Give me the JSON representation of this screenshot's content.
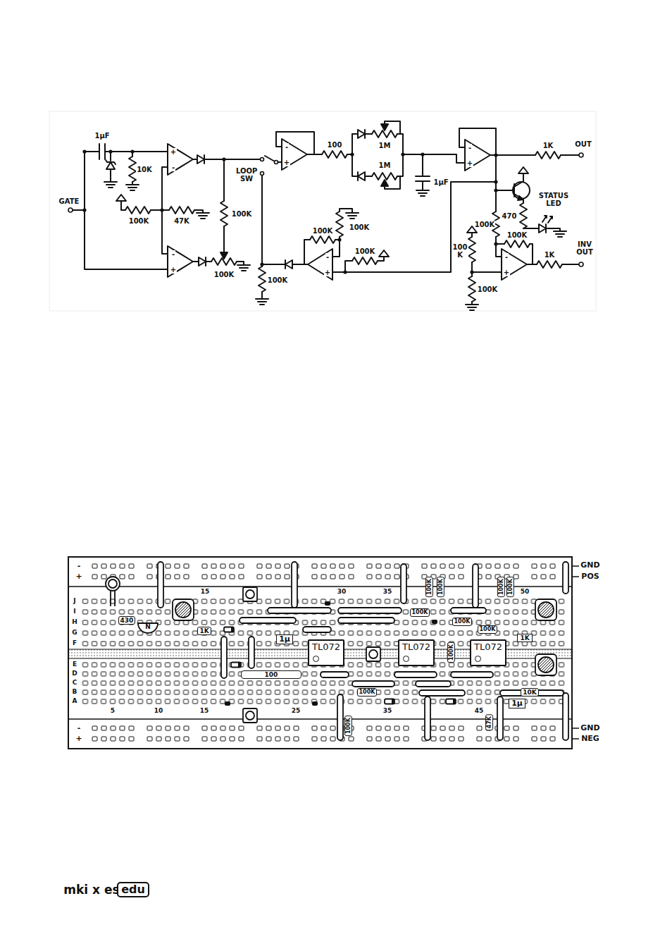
{
  "diagram": {
    "nodes": [
      {
        "text": [
          "TL072"
        ]
      },
      {
        "text": [
          "TL072"
        ]
      },
      {
        "text": [
          "TL072"
        ]
      },
      {
        "text": [
          "430"
        ]
      },
      {
        "text": [
          "1K"
        ]
      },
      {
        "text": [
          "1µ"
        ]
      },
      {
        "text": [
          "100"
        ]
      },
      {
        "text": [
          "100K"
        ]
      },
      {
        "text": [
          "100K"
        ]
      },
      {
        "text": [
          "100K"
        ]
      },
      {
        "text": [
          "100K"
        ]
      },
      {
        "text": [
          "100K"
        ]
      },
      {
        "text": [
          "100K"
        ]
      },
      {
        "text": [
          "100K"
        ]
      },
      {
        "text": [
          "1K"
        ]
      },
      {
        "text": [
          "100K"
        ]
      },
      {
        "text": [
          "100K"
        ]
      },
      {
        "text": [
          "10K"
        ]
      },
      {
        "text": [
          "1µ"
        ]
      },
      {
        "text": [
          "100K"
        ]
      },
      {
        "text": [
          "47K"
        ]
      },
      {
        "text": [
          "edu"
        ]
      }
    ],
    "labels": [
      "1µF",
      "10K",
      "GATE",
      "100K",
      "47K",
      "100K",
      "100K",
      "LOOP SW",
      "100",
      "1M",
      "1M",
      "1µF",
      "1K",
      "OUT",
      "STATUS LED",
      "470",
      "100K",
      "100K",
      "100 K",
      "100K",
      "INV OUT",
      "1K",
      "100K",
      "100K",
      "100K",
      "100K",
      "+",
      "-",
      "-",
      "+",
      "-",
      "+",
      "-",
      "+",
      "-",
      "+",
      "-",
      "+",
      "-",
      "+",
      "-",
      "+",
      "GND",
      "POS",
      "GND",
      "NEG",
      "J",
      "I",
      "H",
      "G",
      "F",
      "E",
      "D",
      "C",
      "B",
      "A",
      "15",
      "30",
      "35",
      "50",
      "5",
      "10",
      "15",
      "25",
      "35",
      "45",
      "N",
      "mki x es"
    ]
  }
}
